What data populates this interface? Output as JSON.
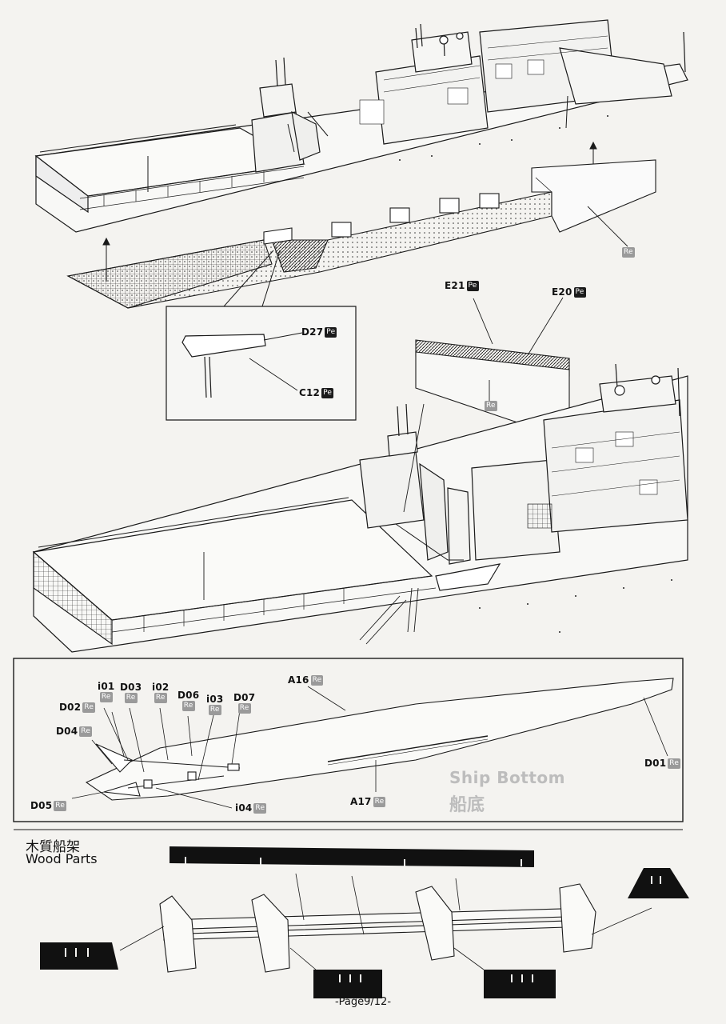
{
  "sections": {
    "ship_bottom": {
      "title_en": "Ship Bottom",
      "title_cn": "船底"
    },
    "wood_parts": {
      "title_cn": "木質船架",
      "title_en": "Wood Parts"
    }
  },
  "parts": {
    "re": [
      {
        "id": "re_hull",
        "code": "",
        "tag": "Re"
      },
      {
        "id": "re_bulwark",
        "code": "",
        "tag": "Re"
      },
      {
        "id": "i01",
        "code": "i01",
        "tag": "Re"
      },
      {
        "id": "d03",
        "code": "D03",
        "tag": "Re"
      },
      {
        "id": "i02",
        "code": "i02",
        "tag": "Re"
      },
      {
        "id": "d06",
        "code": "D06",
        "tag": "Re"
      },
      {
        "id": "i03",
        "code": "i03",
        "tag": "Re"
      },
      {
        "id": "d07",
        "code": "D07",
        "tag": "Re"
      },
      {
        "id": "d02",
        "code": "D02",
        "tag": "Re"
      },
      {
        "id": "d04",
        "code": "D04",
        "tag": "Re"
      },
      {
        "id": "d05",
        "code": "D05",
        "tag": "Re"
      },
      {
        "id": "i04",
        "code": "i04",
        "tag": "Re"
      },
      {
        "id": "a16",
        "code": "A16",
        "tag": "Re"
      },
      {
        "id": "a17",
        "code": "A17",
        "tag": "Re"
      },
      {
        "id": "d01",
        "code": "D01",
        "tag": "Re"
      }
    ],
    "pe": [
      {
        "id": "e21",
        "code": "E21",
        "tag": "Pe"
      },
      {
        "id": "e20",
        "code": "E20",
        "tag": "Pe"
      },
      {
        "id": "d27",
        "code": "D27",
        "tag": "Pe"
      },
      {
        "id": "c12",
        "code": "C12",
        "tag": "Pe"
      }
    ]
  },
  "footer": {
    "page": "-Page9/12-"
  },
  "colors": {
    "line": "#1a1a1a",
    "pe_tag": "#1b1b1b",
    "re_tag": "#9a9a9a",
    "paper": "#f4f3f0"
  }
}
